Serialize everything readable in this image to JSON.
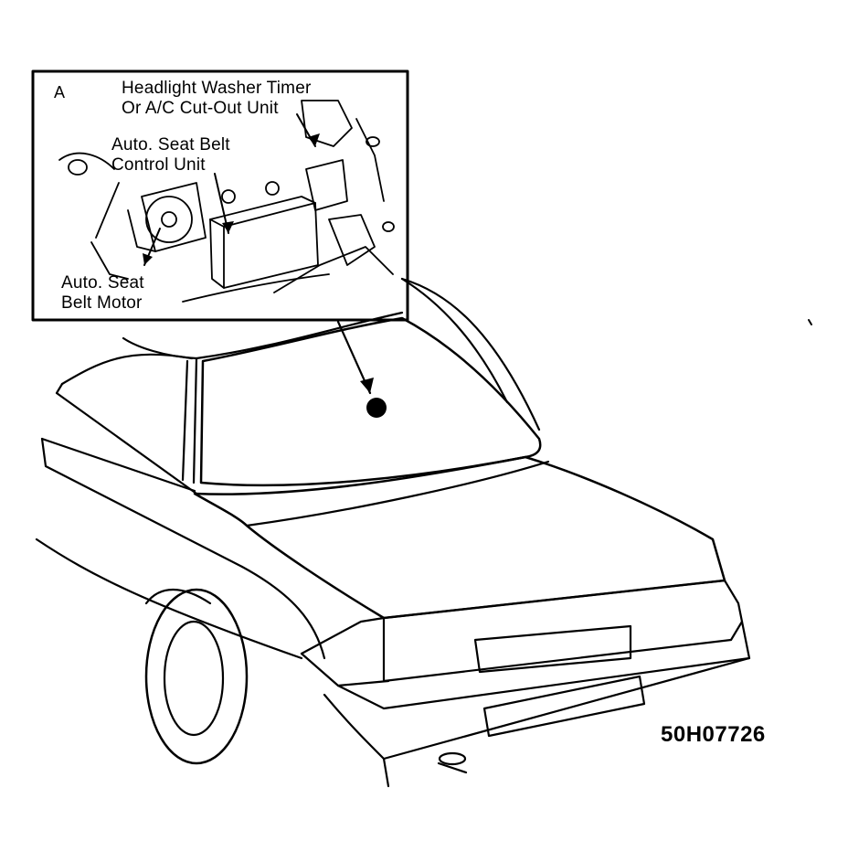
{
  "inset": {
    "letter": "A",
    "labels": {
      "washer_timer": [
        "Headlight Washer Timer",
        "Or A/C Cut-Out Unit"
      ],
      "seat_belt_control": [
        "Auto. Seat Belt",
        "Control Unit"
      ],
      "seat_belt_motor": [
        "Auto. Seat",
        "Belt Motor"
      ]
    }
  },
  "figure_code": "50H07726",
  "colors": {
    "ink": "#000000",
    "paper": "#ffffff"
  }
}
